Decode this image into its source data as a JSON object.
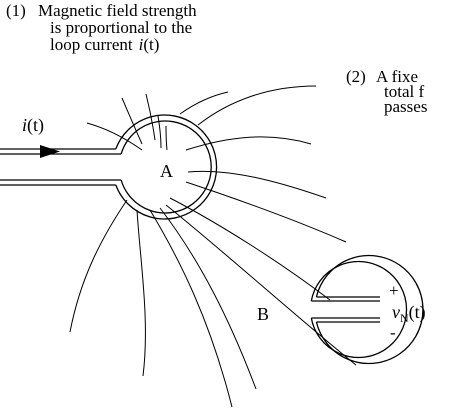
{
  "annotation_1": {
    "number": "(1)",
    "lines": [
      "Magnetic field strength",
      "is proportional to the",
      "loop current"
    ],
    "current_symbol": "i",
    "current_arg": "(t)"
  },
  "annotation_2": {
    "number": "(2)",
    "lines": [
      "A fixe",
      "total f",
      "passes"
    ]
  },
  "source": {
    "current_symbol": "i",
    "current_arg": "(t)"
  },
  "loop_a": {
    "label": "A"
  },
  "loop_b": {
    "label": "B"
  },
  "output": {
    "plus": "+",
    "minus": "-",
    "voltage_symbol": "v",
    "voltage_subscript": "N",
    "voltage_arg": "(t)"
  }
}
